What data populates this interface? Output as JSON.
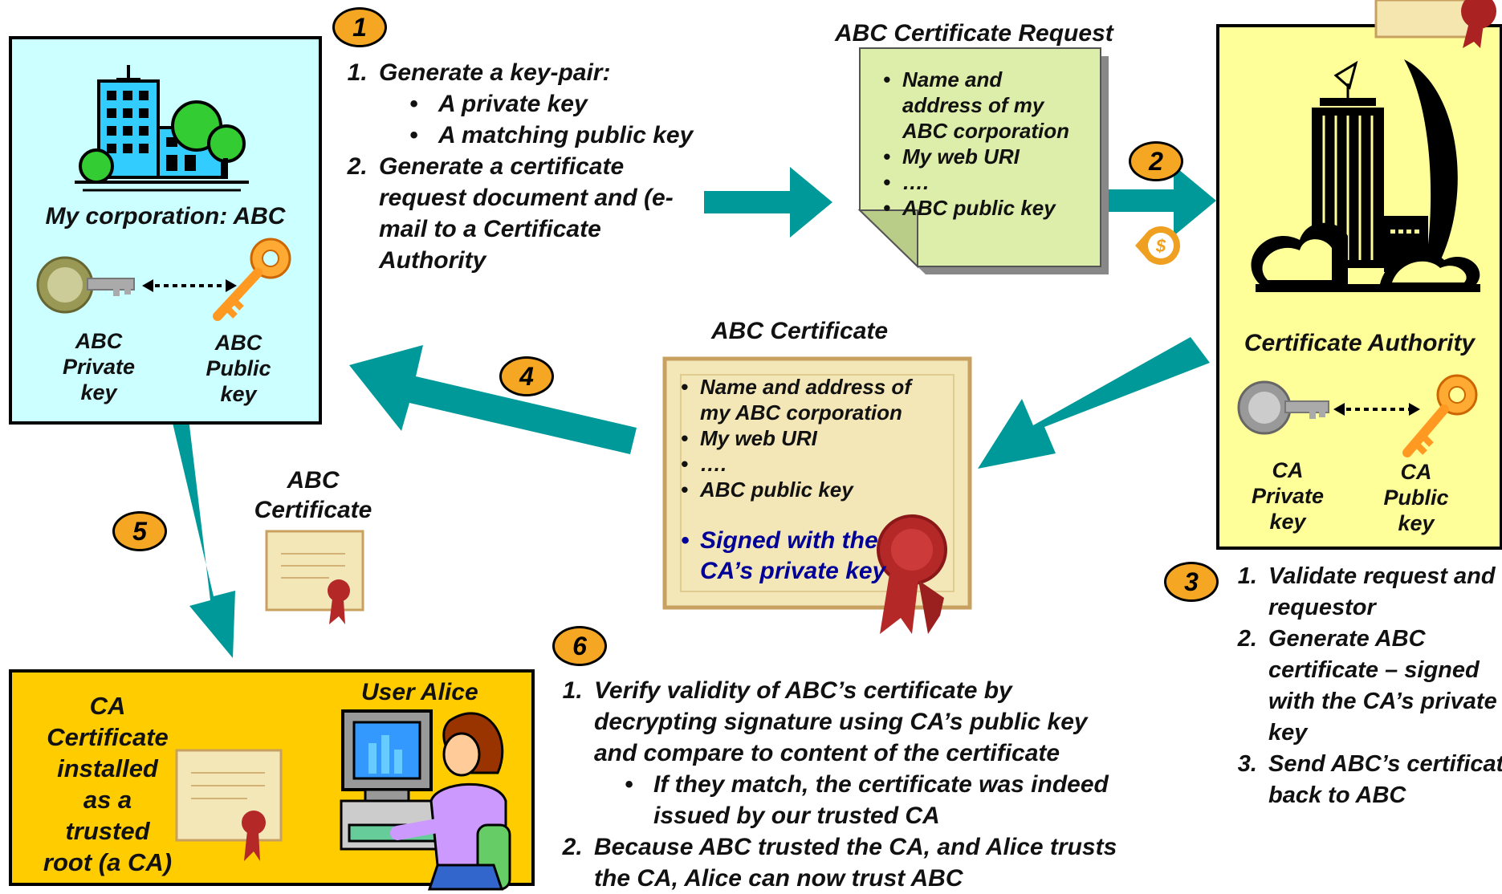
{
  "colors": {
    "arrow": "#009999",
    "abc_box_bg": "#ccffff",
    "ca_box_bg": "#ffff99",
    "alice_box_bg": "#ffcc00",
    "request_doc_bg": "#ddeeaa",
    "step_badge": "#f5a623",
    "signed_text": "#000099"
  },
  "corp": {
    "label": "My corporation: ABC",
    "private_key_label": "ABC\nPrivate\nkey",
    "public_key_label": "ABC\nPublic\nkey"
  },
  "step1": {
    "badge": "1",
    "items": [
      {
        "text": "Generate a key-pair:",
        "sub": [
          "A private key",
          "A matching public key"
        ]
      },
      {
        "text": "Generate a certificate request document and (e-mail to a Certificate Authority",
        "sub": []
      }
    ]
  },
  "request": {
    "title": "ABC Certificate Request",
    "bullets": [
      "Name and address of my ABC corporation",
      "My web URI",
      "….",
      "ABC public key"
    ]
  },
  "step2": {
    "badge": "2",
    "icon": "dollar-coin-icon"
  },
  "ca": {
    "label": "Certificate Authority",
    "private_key_label": "CA\nPrivate\nkey",
    "public_key_label": "CA\nPublic\nkey"
  },
  "step3": {
    "badge": "3",
    "items": [
      "Validate request and requestor",
      "Generate ABC certificate – signed with the CA’s private key",
      "Send ABC’s certificate back to ABC"
    ]
  },
  "certificate": {
    "title": "ABC Certificate",
    "bullets": [
      "Name and address of my ABC corporation",
      "My web URI",
      "….",
      "ABC public key"
    ],
    "signed": "Signed with the CA’s private key"
  },
  "step4": {
    "badge": "4"
  },
  "step5": {
    "badge": "5",
    "cert_label": "ABC\nCertificate"
  },
  "alice": {
    "user_label": "User Alice",
    "ca_cert_label": "CA\nCertificate\ninstalled\nas a\ntrusted\nroot (a CA)"
  },
  "step6": {
    "badge": "6",
    "items": [
      {
        "text": "Verify validity of ABC’s certificate by decrypting signature using CA’s public key and compare to content of the certificate",
        "sub": [
          "If they match, the certificate was indeed issued by our trusted CA"
        ]
      },
      {
        "text": "Because ABC trusted the CA, and Alice trusts the CA, Alice can now trust ABC",
        "sub": []
      }
    ]
  }
}
